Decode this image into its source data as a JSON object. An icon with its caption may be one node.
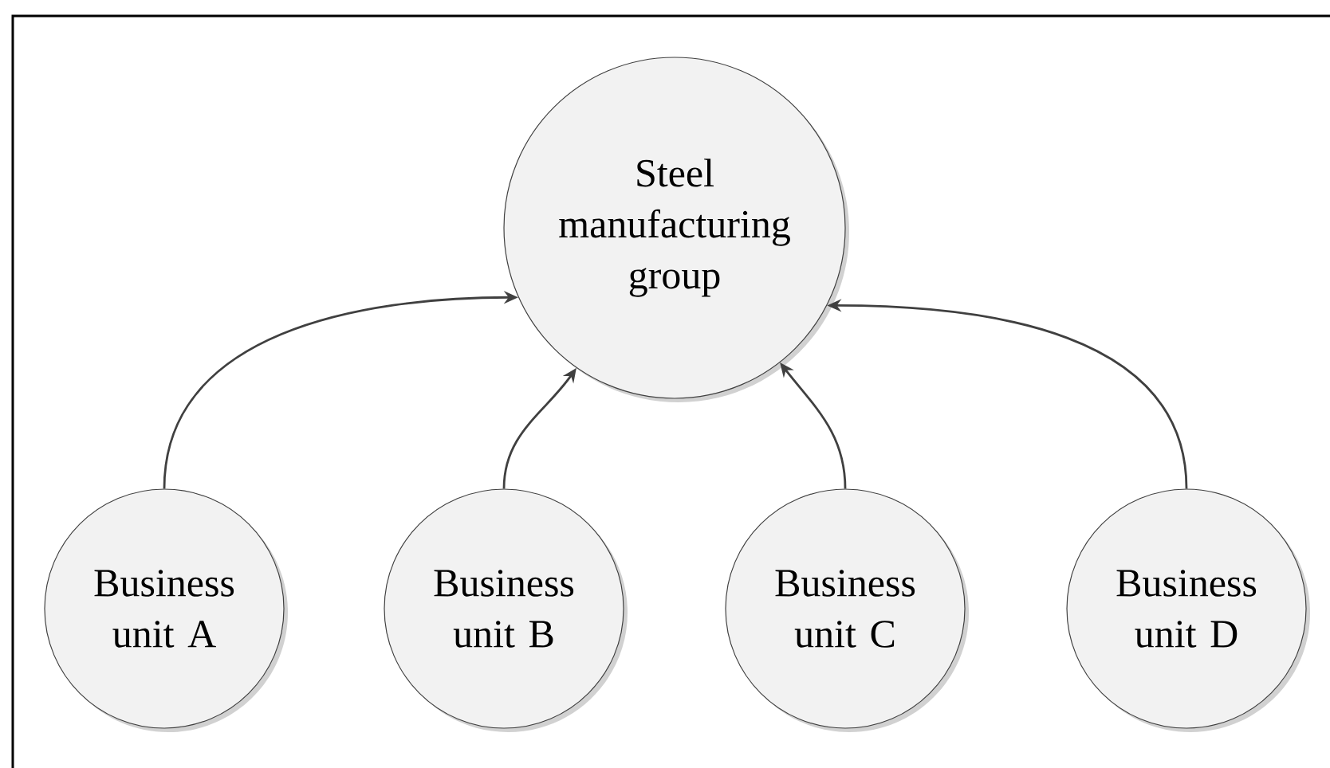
{
  "diagram": {
    "nodes": [
      {
        "text": [
          "Steel manufacturing group"
        ]
      },
      {
        "text": [
          "Business unit A"
        ]
      },
      {
        "text": [
          "Business unit B"
        ]
      },
      {
        "text": [
          "Business unit C"
        ]
      },
      {
        "text": [
          "Business unit D"
        ]
      }
    ],
    "edges": [
      {
        "from": 1,
        "to": 0,
        "arrow": "to"
      },
      {
        "from": 2,
        "to": 0,
        "arrow": "to"
      },
      {
        "from": 3,
        "to": 0,
        "arrow": "to"
      },
      {
        "from": 4,
        "to": 0,
        "arrow": "to"
      }
    ]
  }
}
